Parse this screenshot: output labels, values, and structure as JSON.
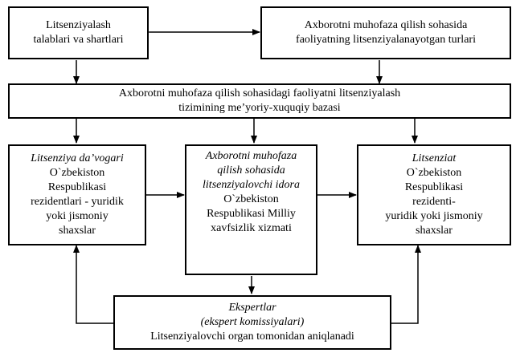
{
  "boxes": {
    "licensing_requirements": {
      "lines": [
        "Litsenziyalash",
        "talablari va shartlari"
      ]
    },
    "activity_types": {
      "lines": [
        "Axborotni muhofaza qilish sohasida",
        "faoliyatning litsenziyalanayotgan turlari"
      ]
    },
    "legal_basis": {
      "lines": [
        "Axborotni muhofaza qilish sohasidagi faoliyatni litsenziyalash",
        "tizimining me’yoriy-xuquqiy bazasi"
      ]
    },
    "applicant": {
      "italic": "Litsenziya da’vogari",
      "lines": [
        "O`zbekiston",
        "Respublikasi",
        "rezidentlari - yuridik",
        "yoki jismoniy",
        "shaxslar"
      ]
    },
    "licensing_body": {
      "italic_lines": [
        "Axborotni muhofaza",
        "qilish sohasida",
        "litsenziyalovchi idora"
      ],
      "lines": [
        "O`zbekiston",
        "Respublikasi Milliy",
        "xavfsizlik xizmati"
      ]
    },
    "licensee": {
      "italic": "Litsenziat",
      "lines": [
        "O`zbekiston",
        "Respublikasi",
        "rezidenti-",
        "yuridik yoki jismoniy",
        "shaxslar"
      ]
    },
    "experts": {
      "italic_lines": [
        "Ekspertlar",
        "(ekspert komissiyalari)"
      ],
      "lines": [
        "Litsenziyalovchi organ tomonidan aniqlanadi"
      ]
    }
  }
}
